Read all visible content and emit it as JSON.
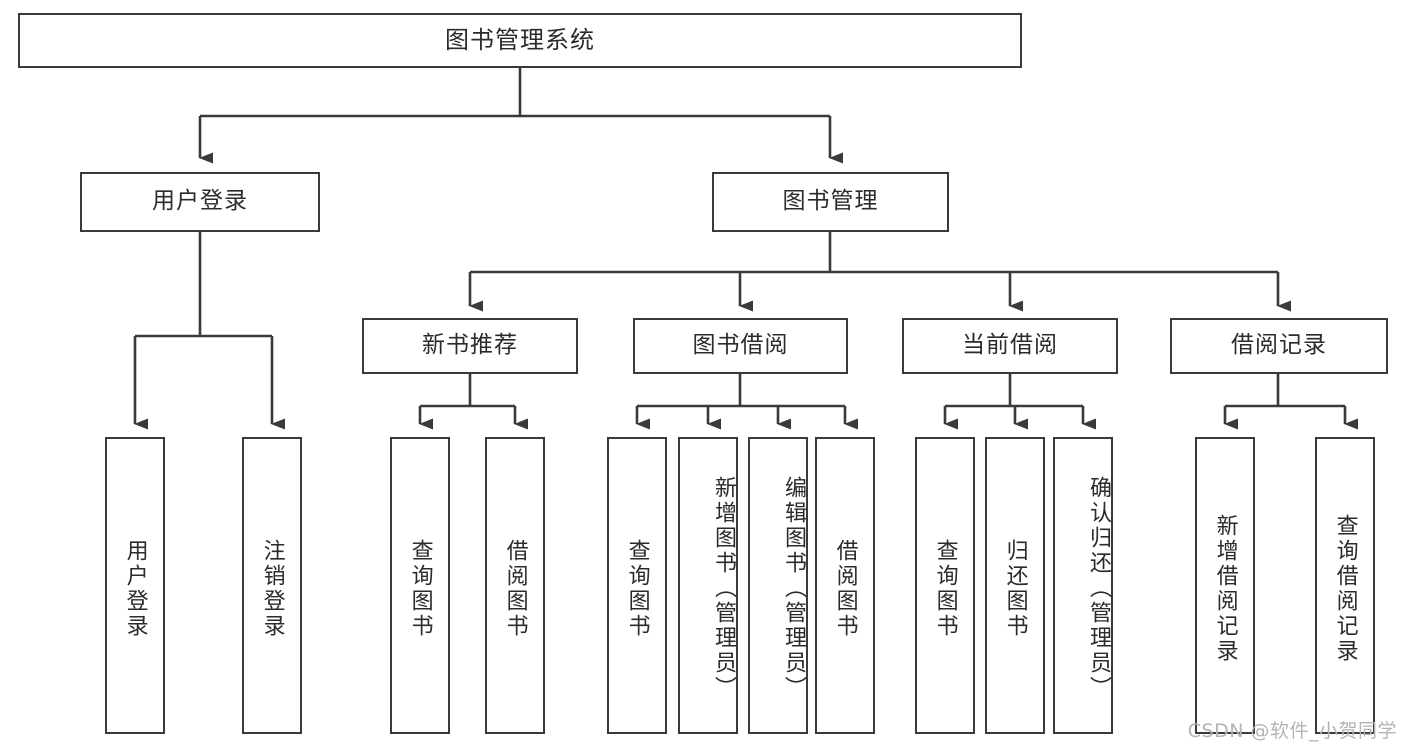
{
  "diagram": {
    "title": "图书管理系统",
    "type": "tree",
    "line_color": "#3a3a3a",
    "box_fill": "#ffffff",
    "text_color": "#2b2b2b",
    "watermark": "CSDN @软件_小贺同学",
    "levels": {
      "root": [
        "图书管理系统"
      ],
      "level2": [
        "用户登录",
        "图书管理"
      ],
      "level3": [
        "新书推荐",
        "图书借阅",
        "当前借阅",
        "借阅记录"
      ],
      "leaves": [
        "用户登录",
        "注销登录",
        "查询图书",
        "借阅图书",
        "查询图书",
        "新增图书（管理员）",
        "编辑图书（管理员）",
        "借阅图书",
        "查询图书",
        "归还图书",
        "确认归还（管理员）",
        "新增借阅记录",
        "查询借阅记录"
      ]
    }
  },
  "nodes": {
    "root": {
      "label": "图书管理系统"
    },
    "user_login": {
      "label": "用户登录"
    },
    "book_manage": {
      "label": "图书管理"
    },
    "new_book_rec": {
      "label": "新书推荐"
    },
    "book_borrow": {
      "label": "图书借阅"
    },
    "current_borrow": {
      "label": "当前借阅"
    },
    "borrow_record": {
      "label": "借阅记录"
    },
    "leaf_user_login": {
      "label": "用户登录"
    },
    "leaf_logout": {
      "label": "注销登录"
    },
    "leaf_query_book_1": {
      "label": "查询图书"
    },
    "leaf_borrow_book_1": {
      "label": "借阅图书"
    },
    "leaf_query_book_2": {
      "label": "查询图书"
    },
    "leaf_add_book": {
      "label": "新增图书（管理员）"
    },
    "leaf_edit_book": {
      "label": "编辑图书（管理员）"
    },
    "leaf_borrow_book_2": {
      "label": "借阅图书"
    },
    "leaf_query_book_3": {
      "label": "查询图书"
    },
    "leaf_return_book": {
      "label": "归还图书"
    },
    "leaf_confirm_return": {
      "label": "确认归还（管理员）"
    },
    "leaf_add_record": {
      "label": "新增借阅记录"
    },
    "leaf_query_record": {
      "label": "查询借阅记录"
    }
  },
  "footer": {
    "watermark": "CSDN @软件_小贺同学"
  }
}
